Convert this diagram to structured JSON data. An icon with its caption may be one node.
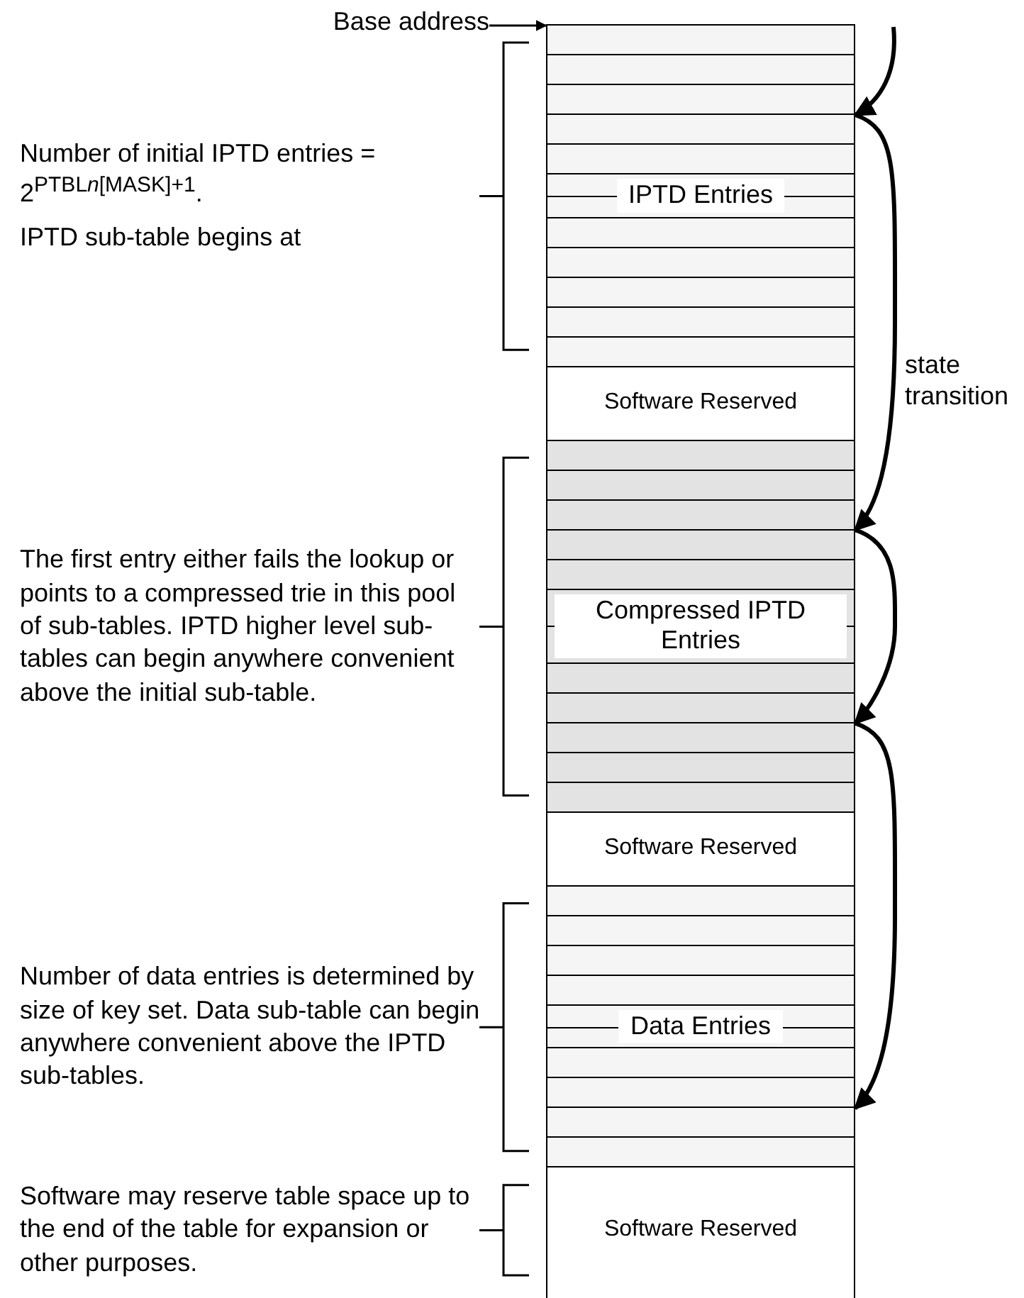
{
  "diagram": {
    "nodes": [
      {
        "text": [
          "Base address"
        ]
      },
      {
        "text": [],
        "shape": "box"
      },
      {
        "text": [
          "IPTD Entries"
        ],
        "in": 1
      },
      {
        "text": [],
        "shape": "box",
        "in": 2
      },
      {
        "text": [],
        "shape": "box",
        "in": 2
      },
      {
        "text": [],
        "shape": "box",
        "in": 2
      },
      {
        "text": [],
        "shape": "box",
        "in": 2
      },
      {
        "text": [],
        "shape": "box",
        "in": 2
      },
      {
        "text": [],
        "shape": "box",
        "in": 2
      },
      {
        "text": [],
        "shape": "box",
        "in": 2
      },
      {
        "text": [],
        "shape": "box",
        "in": 2
      },
      {
        "text": [],
        "shape": "box",
        "in": 2
      },
      {
        "text": [],
        "shape": "box",
        "in": 2
      },
      {
        "text": [
          "Software Reserved"
        ],
        "in": 1
      },
      {
        "text": [
          "Compressed IPTD Entries"
        ],
        "in": 1
      },
      {
        "text": [],
        "shape": "box",
        "in": 14
      },
      {
        "text": [],
        "shape": "box",
        "in": 14
      },
      {
        "text": [],
        "shape": "box",
        "in": 14
      },
      {
        "text": [],
        "shape": "box",
        "in": 14
      },
      {
        "text": [],
        "shape": "box",
        "in": 14
      },
      {
        "text": [],
        "shape": "box",
        "in": 14
      },
      {
        "text": [],
        "shape": "box",
        "in": 14
      },
      {
        "text": [],
        "shape": "box",
        "in": 14
      },
      {
        "text": [],
        "shape": "box",
        "in": 14
      },
      {
        "text": [],
        "shape": "box",
        "in": 14
      },
      {
        "text": [
          "Software Reserved"
        ],
        "in": 1
      },
      {
        "text": [
          "Data Entries"
        ],
        "in": 1
      },
      {
        "text": [],
        "shape": "box",
        "in": 26
      },
      {
        "text": [],
        "shape": "box",
        "in": 26
      },
      {
        "text": [],
        "shape": "box",
        "in": 26
      },
      {
        "text": [],
        "shape": "box",
        "in": 26
      },
      {
        "text": [],
        "shape": "box",
        "in": 26
      },
      {
        "text": [],
        "shape": "box",
        "in": 26
      },
      {
        "text": [],
        "shape": "box",
        "in": 26
      },
      {
        "text": [],
        "shape": "box",
        "in": 26
      },
      {
        "text": [
          "Software Reserved"
        ],
        "in": 1
      }
    ],
    "edges": [
      {
        "from": 0,
        "to": 1,
        "arrow": "to"
      },
      {
        "from": null,
        "to": 6,
        "arrow": "to"
      },
      {
        "from": 6,
        "to": 18,
        "arrow": "to",
        "label": "state transition"
      },
      {
        "from": 18,
        "to": 22,
        "arrow": "to"
      },
      {
        "from": 22,
        "to": 33,
        "arrow": "to"
      }
    ],
    "labels": [
      "Number of initial IPTD entries = 2$^{PTBL}$*$^{n}$*$^{[MASK]+1}$.",
      "IPTD sub-table begins at",
      "The first entry either fails the lookup or points to a compressed trie in this pool of sub-tables. IPTD higher level sub-tables can begin anywhere convenient above the initial sub-table.",
      "Number of data entries is determined by size of key set. Data sub-table can begin anywhere convenient above the IPTD sub-tables.",
      "Software may reserve table space up to the end of the table for expansion or other purposes."
    ]
  }
}
